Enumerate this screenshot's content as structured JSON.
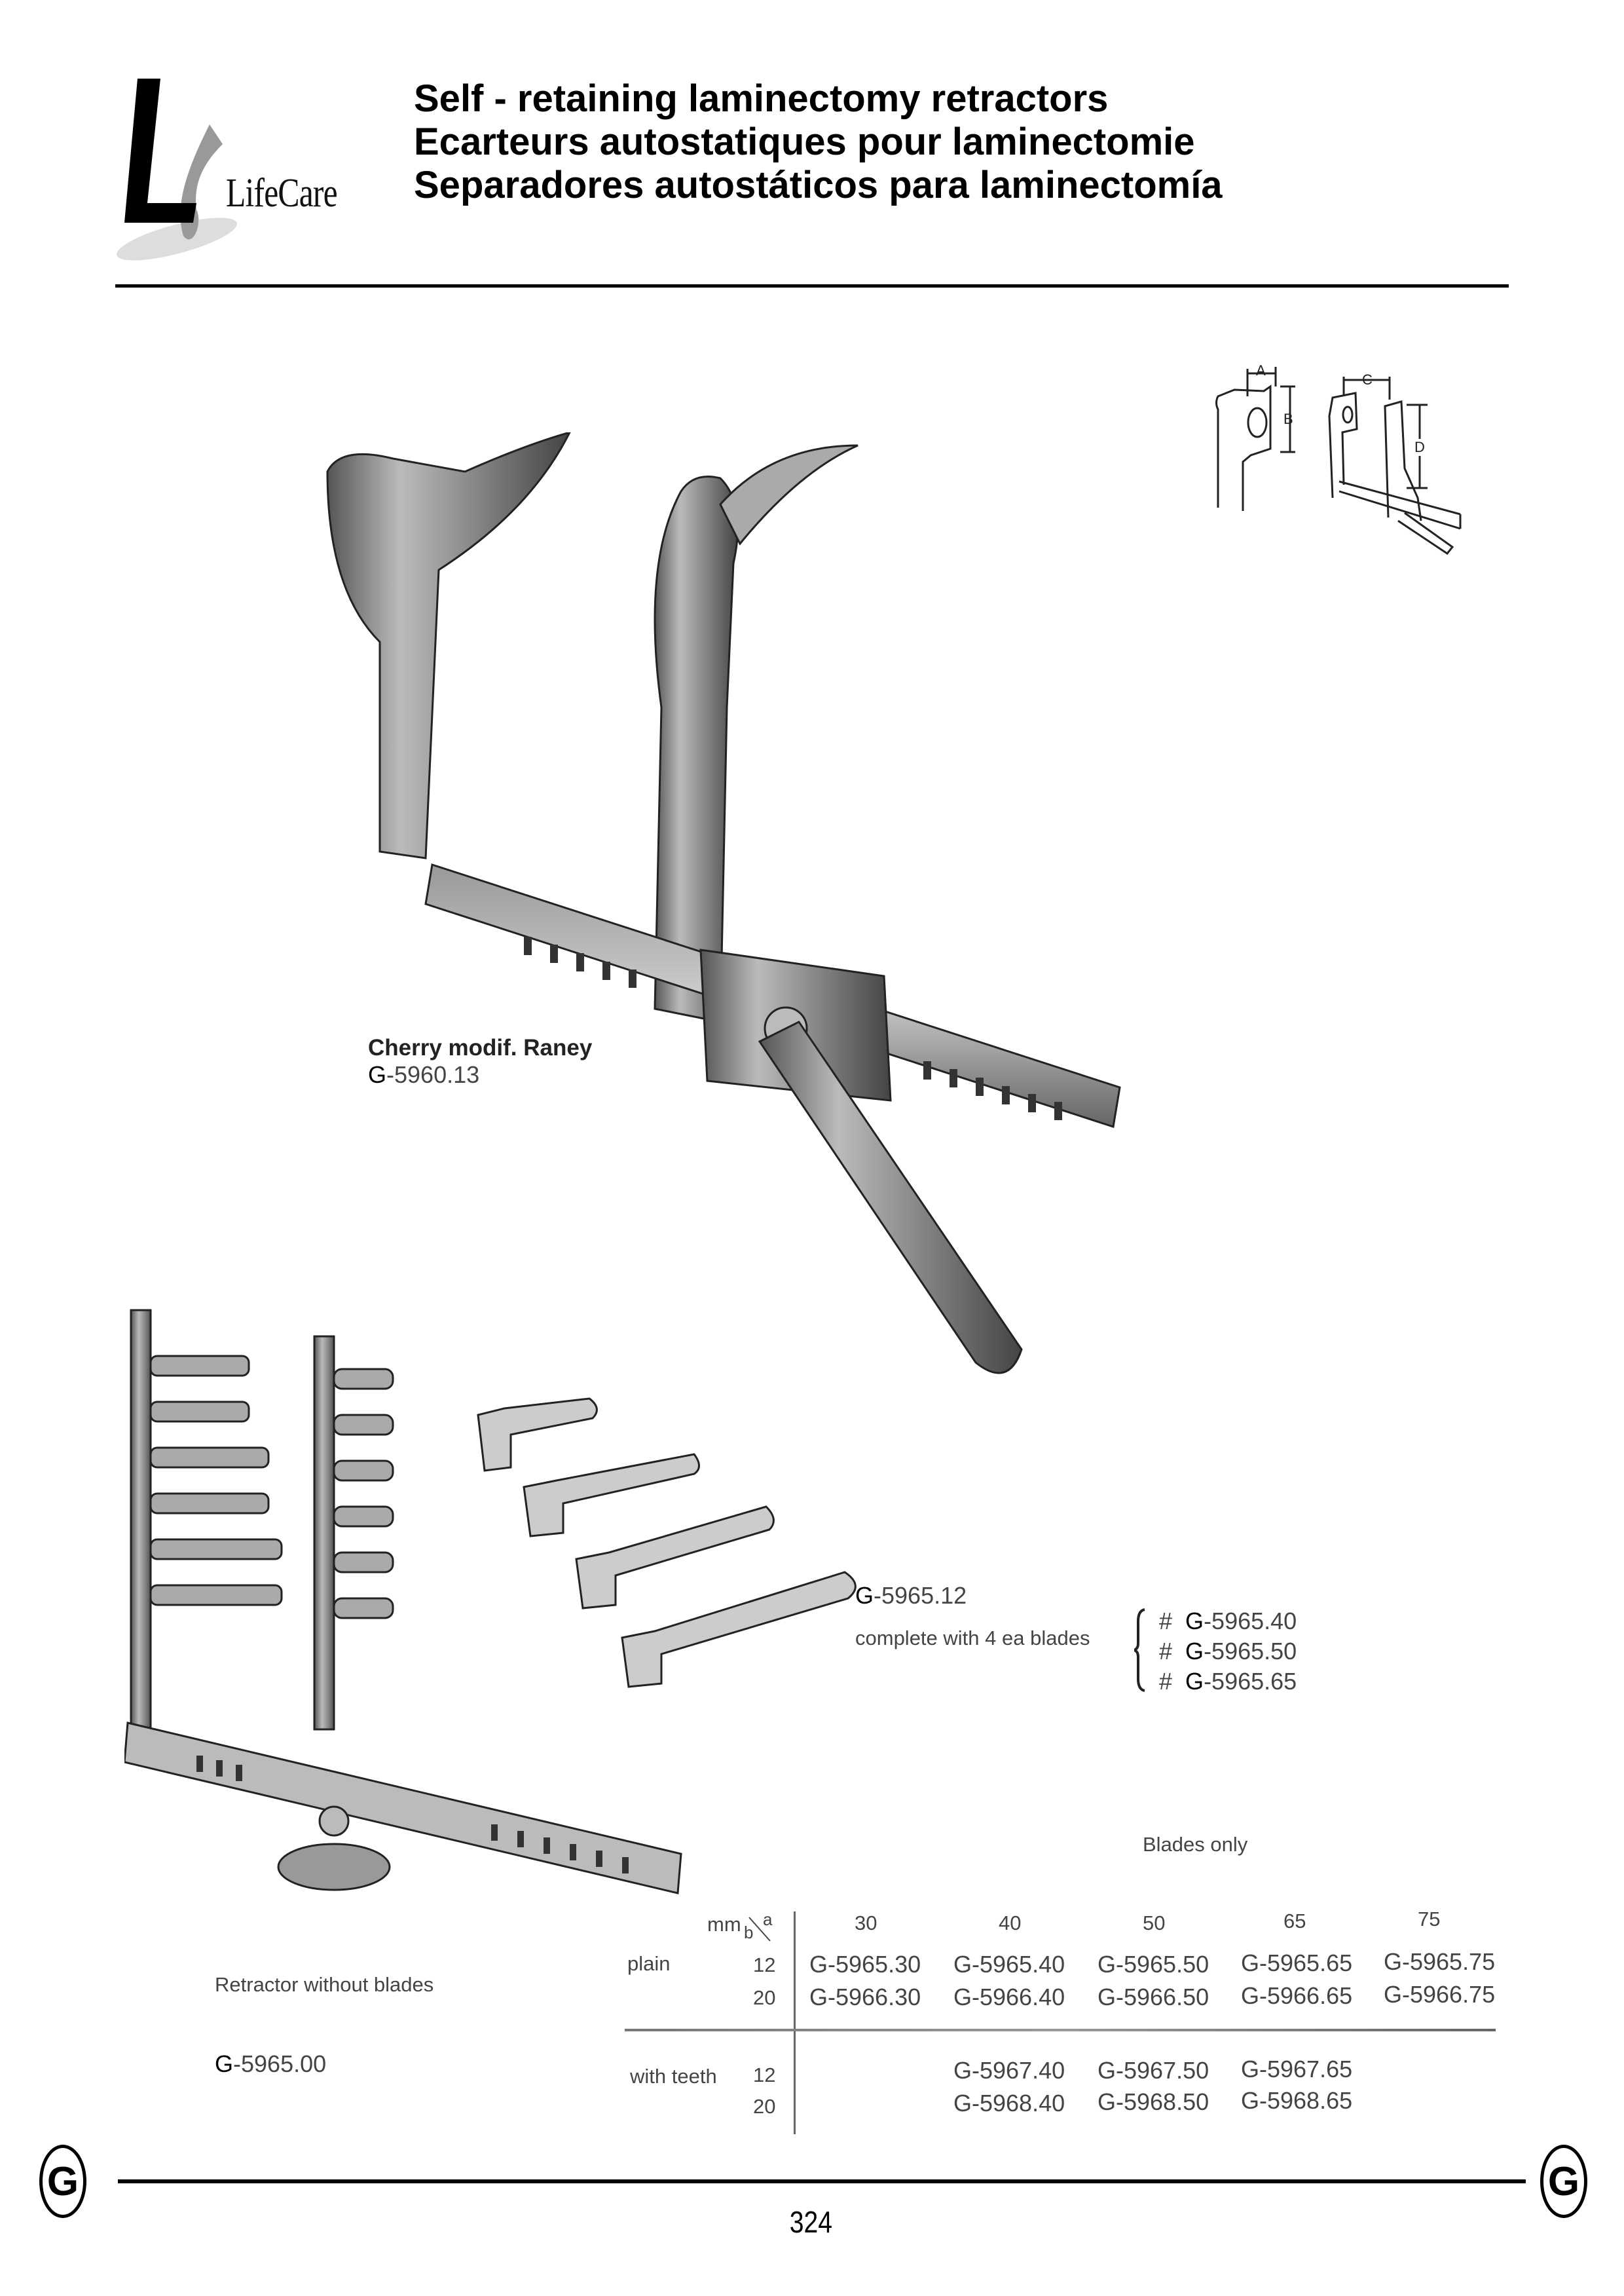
{
  "header": {
    "logo_text": "LifeCare",
    "titles": [
      "Self - retaining laminectomy retractors",
      "Ecarteurs autostatiques pour laminectomie",
      "Separadores autostáticos para laminectomía"
    ]
  },
  "diagram": {
    "dimension_labels": [
      "A",
      "B",
      "C",
      "D"
    ]
  },
  "product_main": {
    "name": "Cherry modif. Raney",
    "code_prefix": "G",
    "code_number": "-5960.13"
  },
  "product_set": {
    "code_prefix": "G",
    "code_number": "-5965.12",
    "description": "complete with 4 ea blades",
    "included_blades": [
      {
        "hash": "#",
        "prefix": "G",
        "number": "-5965.40"
      },
      {
        "hash": "#",
        "prefix": "G",
        "number": "-5965.50"
      },
      {
        "hash": "#",
        "prefix": "G",
        "number": "-5965.65"
      }
    ]
  },
  "product_frame": {
    "description": "Retractor without blades",
    "code_prefix": "G",
    "code_number": "-5965.00"
  },
  "blades_table": {
    "title": "Blades only",
    "unit": "mm",
    "axis_b": "b",
    "axis_a": "a",
    "columns": [
      "30",
      "40",
      "50",
      "65",
      "75"
    ],
    "groups": [
      {
        "label": "plain",
        "rows": [
          {
            "b": "12",
            "codes": [
              "G-5965.30",
              "G-5965.40",
              "G-5965.50",
              "G-5965.65",
              "G-5965.75"
            ]
          },
          {
            "b": "20",
            "codes": [
              "G-5966.30",
              "G-5966.40",
              "G-5966.50",
              "G-5966.65",
              "G-5966.75"
            ]
          }
        ]
      },
      {
        "label": "with teeth",
        "rows": [
          {
            "b": "12",
            "codes": [
              "",
              "G-5967.40",
              "G-5967.50",
              "G-5967.65",
              ""
            ]
          },
          {
            "b": "20",
            "codes": [
              "",
              "G-5968.40",
              "G-5968.50",
              "G-5968.65",
              ""
            ]
          }
        ]
      }
    ]
  },
  "footer": {
    "section_letter_left": "G",
    "section_letter_right": "G",
    "page_number": "324"
  }
}
